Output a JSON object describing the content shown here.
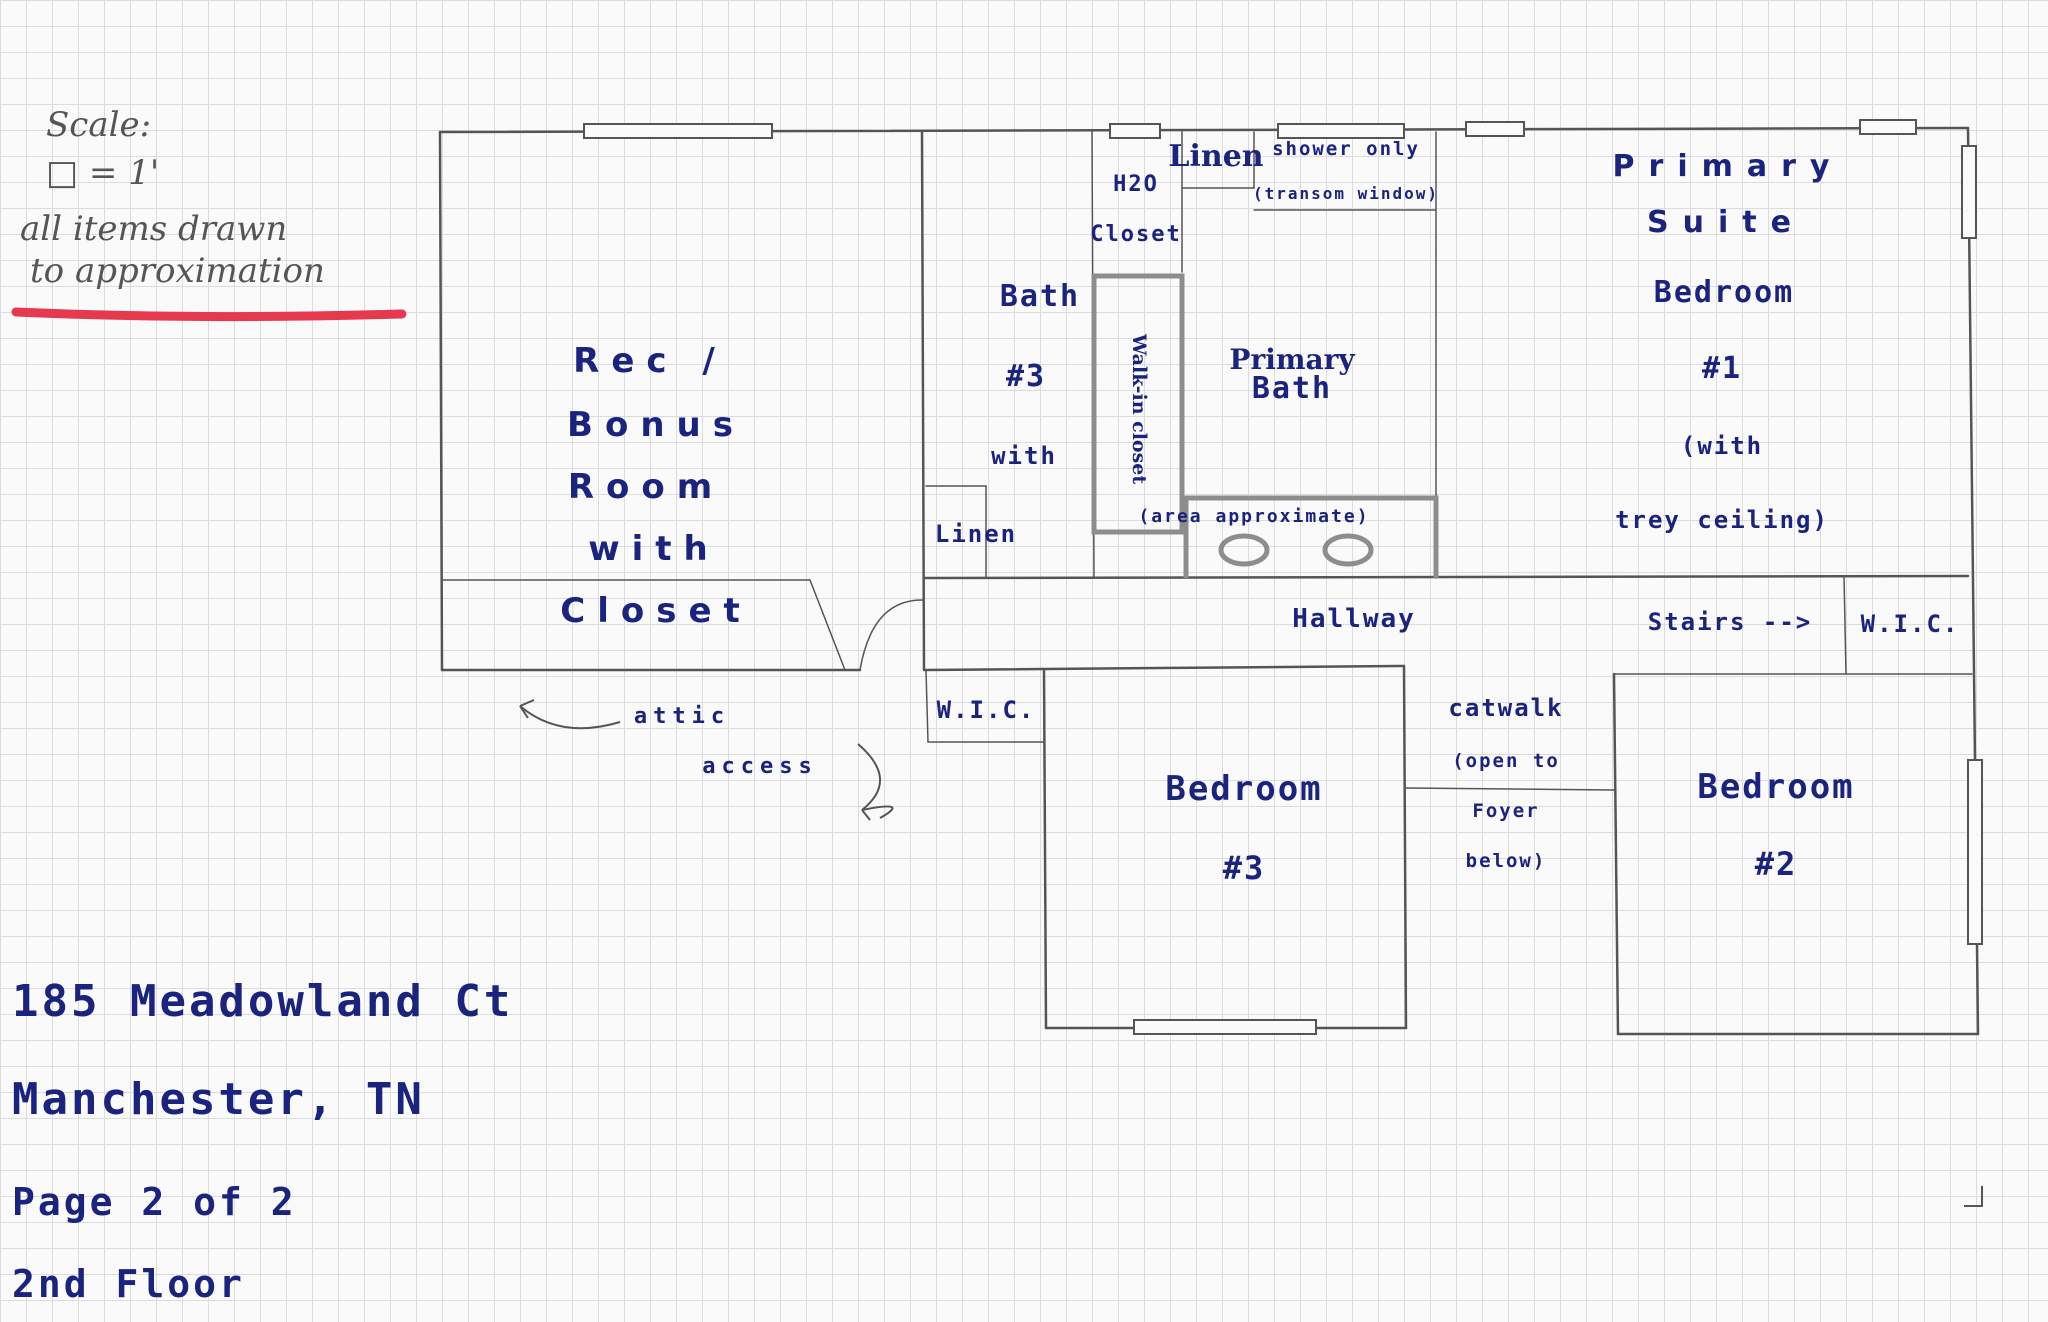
{
  "scale_note": {
    "line1": "Scale:",
    "line2": "□ = 1'",
    "line3": "all items drawn",
    "line4": "to approximation"
  },
  "rooms": {
    "rec_bonus": [
      "Rec /",
      "Bonus",
      "Room",
      "with",
      "Closet"
    ],
    "h2o_closet": [
      "H2O",
      "Closet"
    ],
    "linen_top": "Linen",
    "shower": [
      "shower only",
      "(transom window)"
    ],
    "bath3": [
      "Bath",
      "#3",
      "with"
    ],
    "linen_bath3": "Linen",
    "walk_in_closet": "Walk-in closet",
    "primary_bath": [
      "Primary",
      "Bath"
    ],
    "area_note": "(area approximate)",
    "primary_suite": [
      "Primary",
      "Suite",
      "Bedroom",
      "#1",
      "(with",
      "trey ceiling)"
    ],
    "hallway": "Hallway",
    "stairs": "Stairs -->",
    "wic_right": "W.I.C.",
    "wic_left": "W.I.C.",
    "attic": [
      "attic",
      "access"
    ],
    "bedroom3": [
      "Bedroom",
      "#3"
    ],
    "catwalk": [
      "catwalk",
      "(open to",
      "Foyer",
      "below)"
    ],
    "bedroom2": [
      "Bedroom",
      "#2"
    ]
  },
  "address": {
    "street": "185 Meadowland Ct",
    "city": "Manchester, TN",
    "page": "Page 2 of 2",
    "floor": "2nd Floor"
  },
  "colors": {
    "label": "#1a237e",
    "wall": "#555555",
    "closet_wall": "#8d8d8d",
    "underline": "#e53950"
  }
}
